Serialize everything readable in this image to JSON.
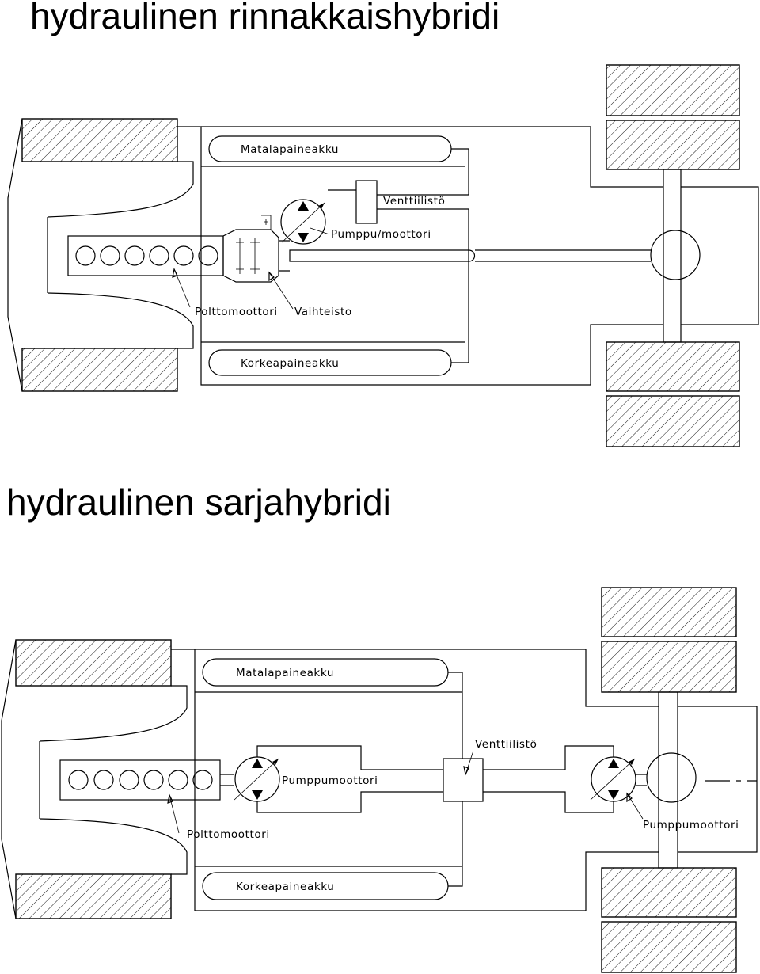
{
  "diagrams": {
    "parallel": {
      "title": "hydraulinen rinnakkaishybridi",
      "labels": {
        "low_accumulator": "Matalapaineakku",
        "valve_block": "Venttiilistö",
        "pump_motor": "Pumppu/moottori",
        "engine": "Polttomoottori",
        "gearbox": "Vaihteisto",
        "high_accumulator": "Korkeapaineakku"
      }
    },
    "series": {
      "title": "hydraulinen sarjahybridi",
      "labels": {
        "low_accumulator": "Matalapaineakku",
        "valve_block": "Venttiilistö",
        "pump_motor_front": "Pumppumoottori",
        "engine": "Polttomoottori",
        "pump_motor_rear": "Pumppumoottori",
        "high_accumulator": "Korkeapaineakku"
      }
    }
  },
  "icons": {
    "hatch": "diagonal-hatch-pattern",
    "pump_symbol": "hydraulic-pump-motor-symbol"
  }
}
